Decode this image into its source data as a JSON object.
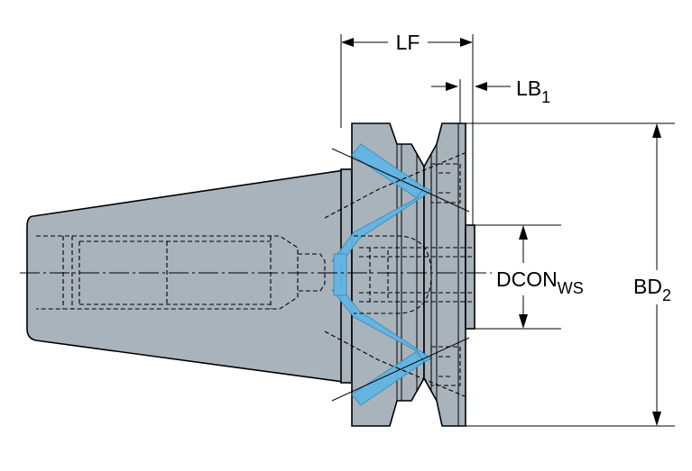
{
  "labels": {
    "lf": "LF",
    "lb_main": "LB",
    "lb_sub": "1",
    "dcon_main": "DCON",
    "dcon_sub": "WS",
    "bd_main": "BD",
    "bd_sub": "2"
  },
  "colors": {
    "body": "#a9b3bc",
    "coolant": "#63b6e3",
    "line": "#000000"
  }
}
